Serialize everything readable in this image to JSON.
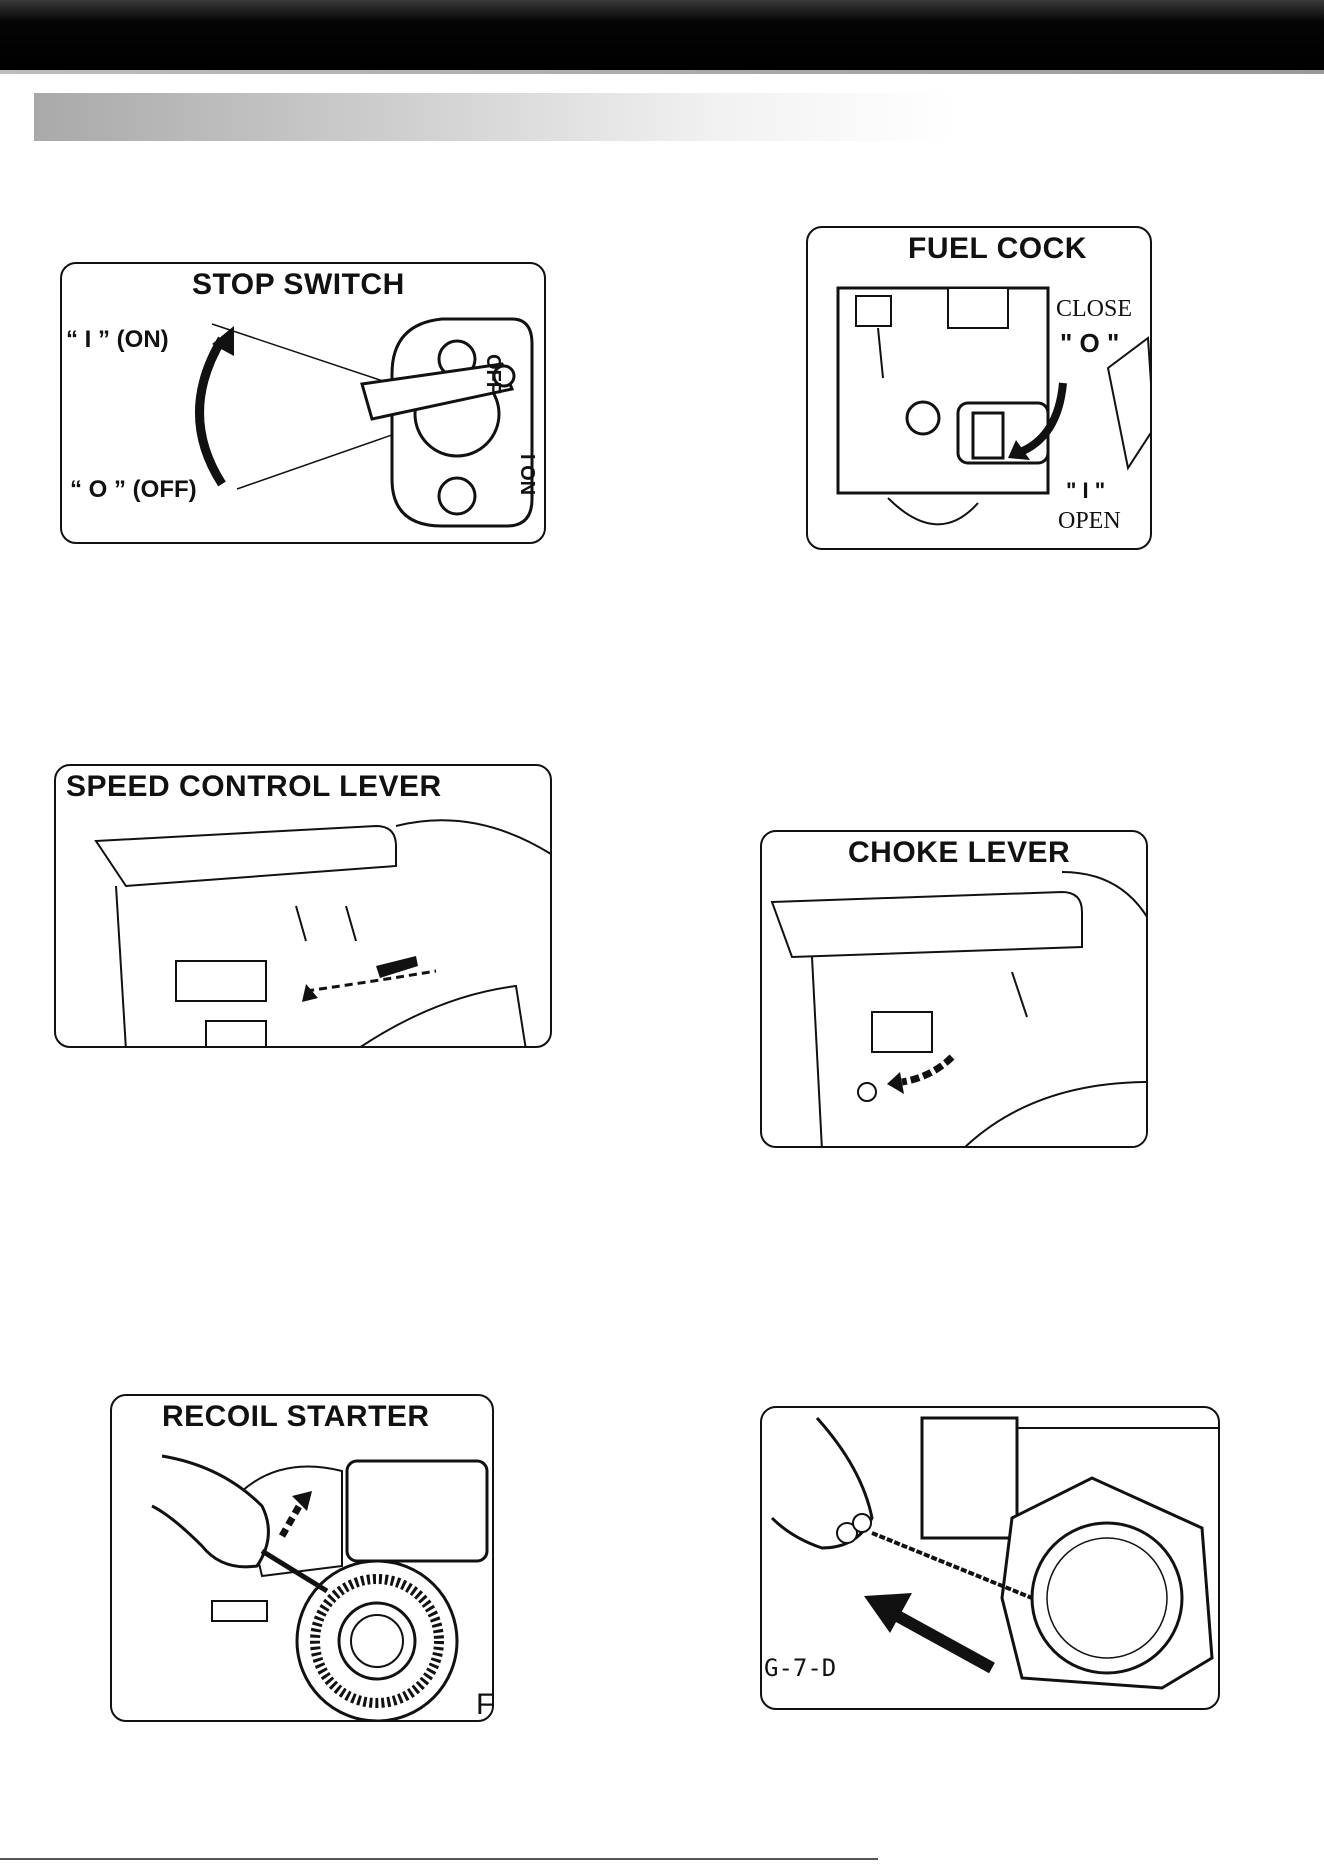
{
  "figures": {
    "stop_switch": {
      "title": "STOP SWITCH",
      "on_label": "“ I ” (ON)",
      "off_label": "“ O ”  (OFF)",
      "plate_off": "OFF",
      "plate_on": "I ON"
    },
    "fuel_cock": {
      "title": "FUEL COCK",
      "close_label": "CLOSE",
      "close_symbol": "\" O \"",
      "open_symbol": "\" I \"",
      "open_label": "OPEN"
    },
    "speed_control_lever": {
      "title": "SPEED CONTROL LEVER"
    },
    "choke_lever": {
      "title": "CHOKE LEVER"
    },
    "recoil_starter": {
      "title": "RECOIL STARTER",
      "corner_mark": "F"
    },
    "pull_start": {
      "code": "G-7-D"
    }
  }
}
